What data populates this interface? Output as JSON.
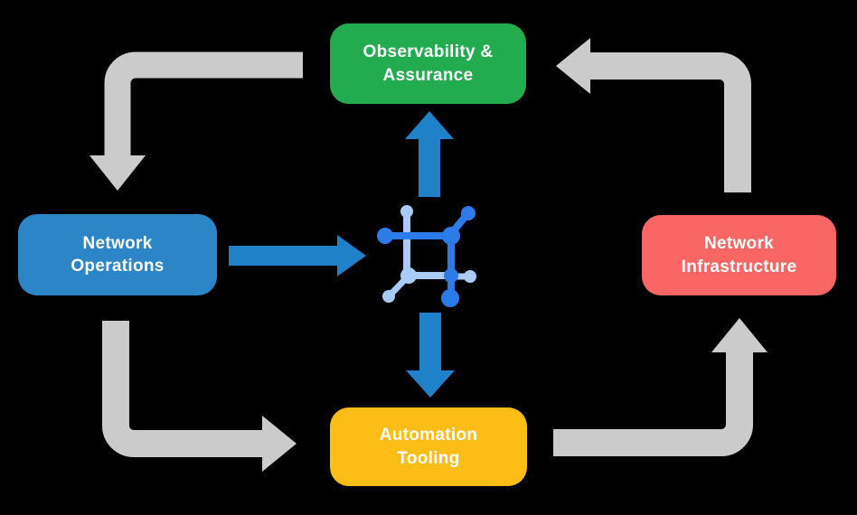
{
  "diagram": {
    "title": "Network operations lifecycle diagram",
    "background_color": "#000000",
    "nodes": {
      "observability": {
        "label": "Observability &\nAssurance",
        "color": "#23AB50",
        "position": "top"
      },
      "operations": {
        "label": "Network\nOperations",
        "color": "#2B85C6",
        "position": "left"
      },
      "infrastructure": {
        "label": "Network\nInfrastructure",
        "color": "#FA6663",
        "position": "right"
      },
      "automation": {
        "label": "Automation\nTooling",
        "color": "#FCBD16",
        "position": "bottom"
      }
    },
    "center_icon": {
      "name": "network-platform-icon",
      "dark_color": "#2B7BE9",
      "light_color": "#A9CBF7"
    },
    "flow_arrows": {
      "color": "#CBCBCB",
      "links": [
        {
          "from": "observability",
          "to": "operations"
        },
        {
          "from": "operations",
          "to": "automation"
        },
        {
          "from": "automation",
          "to": "infrastructure"
        },
        {
          "from": "infrastructure",
          "to": "observability"
        }
      ]
    },
    "data_arrows": {
      "color": "#1F81C8",
      "links": [
        {
          "from": "operations",
          "to": "center-icon"
        },
        {
          "from": "center-icon",
          "to": "observability"
        },
        {
          "from": "center-icon",
          "to": "automation"
        }
      ]
    }
  }
}
